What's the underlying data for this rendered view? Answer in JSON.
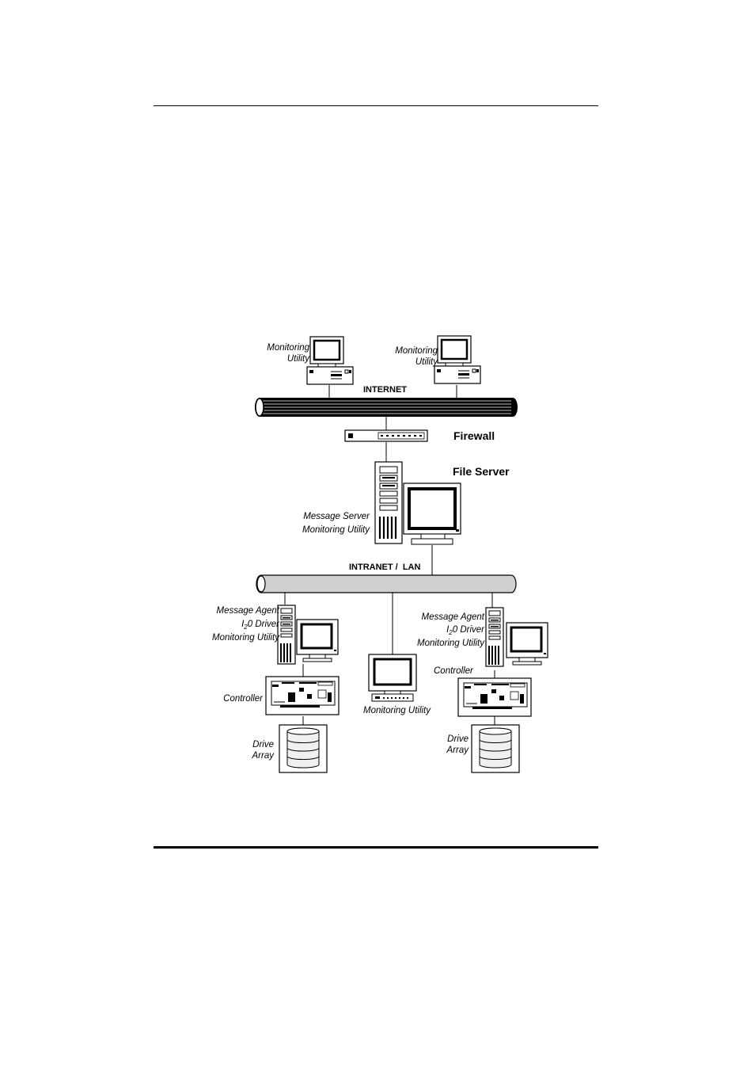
{
  "diagram": {
    "internet_label": "INTERNET",
    "firewall_label": "Firewall",
    "file_server_label": "File Server",
    "intranet_label": "INTRANET /  LAN",
    "monitoring_left": [
      "Monitoring",
      "Utility"
    ],
    "monitoring_right": [
      "Monitoring",
      "Utility"
    ],
    "server_lines": [
      "Message Server",
      "Monitoring Utility"
    ],
    "agent_left": {
      "line1": "Message Agent",
      "line2_prefix": "I",
      "line2_sub": "2",
      "line2_rest": "0 Driver",
      "line3": "Monitoring Utility"
    },
    "agent_right": {
      "line1": "Message Agent",
      "line2_prefix": "I",
      "line2_sub": "2",
      "line2_rest": "0 Driver",
      "line3": "Monitoring Utility"
    },
    "controller_left": "Controller",
    "controller_right": "Controller",
    "monitoring_center": "Monitoring Utility",
    "drive_left": [
      "Drive",
      "Array"
    ],
    "drive_right": [
      "Drive",
      "Array"
    ]
  }
}
